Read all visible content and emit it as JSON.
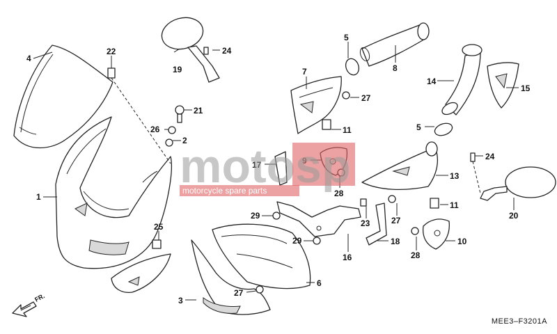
{
  "watermark": {
    "brand_left": "moto",
    "brand_right": "sp",
    "tagline": "motorcycle spare parts"
  },
  "direction_marker": "FR.",
  "diagram_code": "MEE3–F3201A",
  "callouts": {
    "c1": "1",
    "c2": "2",
    "c3": "3",
    "c4": "4",
    "c5a": "5",
    "c5b": "5",
    "c6": "6",
    "c7": "7",
    "c8": "8",
    "c9": "9",
    "c10": "10",
    "c11a": "11",
    "c11b": "11",
    "c13": "13",
    "c14": "14",
    "c15": "15",
    "c16": "16",
    "c17": "17",
    "c18": "18",
    "c19": "19",
    "c20": "20",
    "c21": "21",
    "c22": "22",
    "c23": "23",
    "c24a": "24",
    "c24b": "24",
    "c25": "25",
    "c26": "26",
    "c27a": "27",
    "c27b": "27",
    "c27c": "27",
    "c28a": "28",
    "c28b": "28",
    "c29a": "29",
    "c29b": "29"
  }
}
